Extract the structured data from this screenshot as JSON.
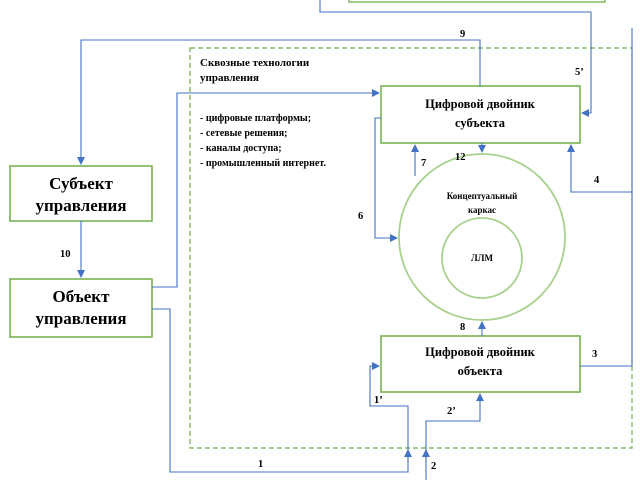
{
  "colors": {
    "box_border": "#70ad47",
    "arrow": "#4472c4",
    "dashed_frame": "#70ad47"
  },
  "frame": {
    "title_line1": "Сквозные технологии",
    "title_line2": "управления",
    "list": [
      "- цифровые платформы;",
      "- сетевые решения;",
      "- каналы доступа;",
      "- промышленный интернет."
    ]
  },
  "boxes": {
    "subject_control": {
      "line1": "Субъект",
      "line2": "управления"
    },
    "object_control": {
      "line1": "Объект",
      "line2": "управления"
    },
    "twin_subject": {
      "line1": "Цифровой двойник",
      "line2": "субъекта"
    },
    "twin_object": {
      "line1": "Цифровой двойник",
      "line2": "объекта"
    }
  },
  "circles": {
    "outer_line1": "Концептуальный",
    "outer_line2": "каркас",
    "inner": "ЛЛМ"
  },
  "arrow_labels": {
    "a9": "9",
    "a5p": "5’",
    "a10": "10",
    "a7": "7",
    "a12": "12",
    "a6": "6",
    "a4": "4",
    "a8": "8",
    "a3": "3",
    "a1p": "1’",
    "a2p": "2’",
    "a1": "1",
    "a2": "2"
  }
}
